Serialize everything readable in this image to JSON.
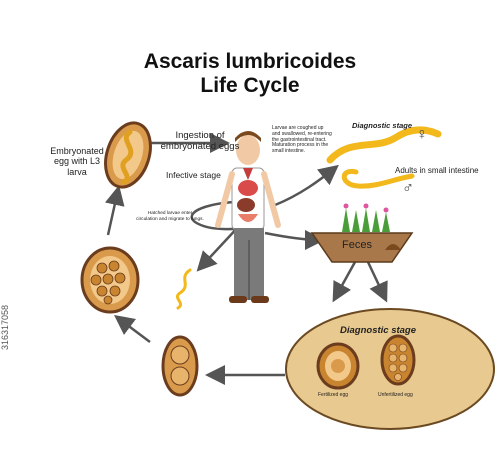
{
  "title": {
    "line1": "Ascaris lumbricoides",
    "line2": "Life  Cycle"
  },
  "labels": {
    "embryonated_egg": [
      "Embryonated",
      "egg with L3",
      "larva"
    ],
    "ingestion": [
      "Ingestion of",
      "embryonated eggs"
    ],
    "infective_stage": "Infective stage",
    "larvae_coughed": [
      "Larvae are coughed up",
      "and swallowed, re-entering",
      "the gastrointestinal tract.",
      "Maturation process in the",
      "small intestine."
    ],
    "hatched_larvae": [
      "Hatched larvae enter",
      "circulation and migrate to lungs."
    ],
    "diagnostic_stage_top": "Diagnostic stage",
    "adults_small_intestine": "Adults in small intestine",
    "female_symbol": "♀",
    "male_symbol": "♂",
    "feces": "Feces",
    "diagnostic_stage_box": "Diagnostic stage",
    "fertilized_egg": "Fertilized egg",
    "unfertilized_egg": "Unfertilized egg"
  },
  "watermark": "316317058",
  "colors": {
    "egg_shell": "#6b3d1e",
    "egg_fill": "#d99b4b",
    "egg_inner": "#f2c98a",
    "worm": "#f2b81c",
    "box_fill": "#e8c98f",
    "box_stroke": "#6b4a22",
    "arrow": "#555555",
    "feces_bowl": "#a8784a",
    "grass": "#4a9e3a"
  }
}
